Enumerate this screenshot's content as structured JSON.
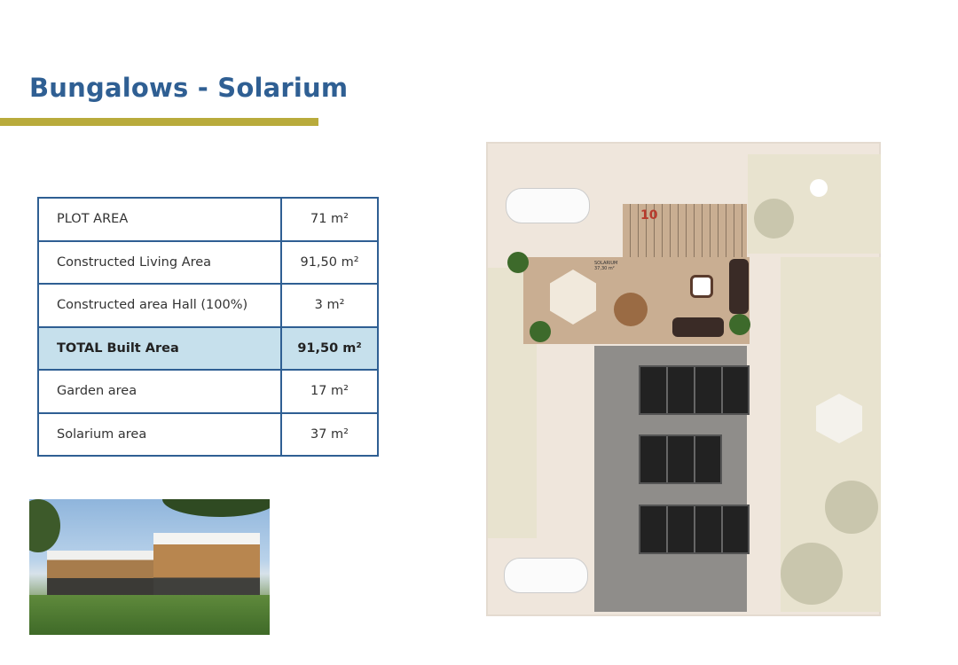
{
  "header": {
    "title": "Bungalows - Solarium"
  },
  "colors": {
    "title": "#2f5f93",
    "rule": "#b9ab3c",
    "table_border": "#2f5f93",
    "total_row": "#c6e0ec"
  },
  "areas_table": {
    "rows": [
      {
        "label": "PLOT AREA",
        "value": "71 m²"
      },
      {
        "label": "Constructed Living Area",
        "value": "91,50 m²"
      },
      {
        "label": "Constructed area Hall (100%)",
        "value": "3 m²"
      },
      {
        "label": "TOTAL Built Area",
        "value": "91,50 m²",
        "highlight": true
      },
      {
        "label": "Garden area",
        "value": "17 m²"
      },
      {
        "label": "Solarium area",
        "value": "37 m²"
      }
    ]
  },
  "floor_plan": {
    "unit_number": "10",
    "solarium_label": "SOLARIUM",
    "solarium_area": "37,30 m²"
  }
}
